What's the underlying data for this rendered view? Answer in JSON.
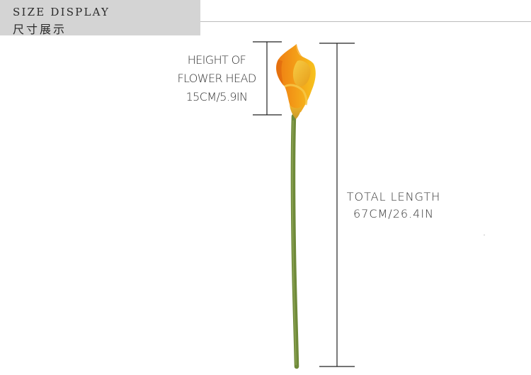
{
  "header": {
    "title_en": "SIZE DISPLAY",
    "title_zh": "尺寸展示"
  },
  "flower_head": {
    "line1": "HEIGHT OF",
    "line2": "FLOWER HEAD",
    "line3": "15CM/5.9IN"
  },
  "total_length": {
    "line1": "TOTAL LENGTH",
    "line2": "67CM/26.4IN"
  },
  "colors": {
    "header_band": "#d4d4d4",
    "petal_orange": "#f08a16",
    "petal_yellow": "#f7c21d",
    "stem_green": "#6f8a3a",
    "dimension_line": "#222222"
  }
}
